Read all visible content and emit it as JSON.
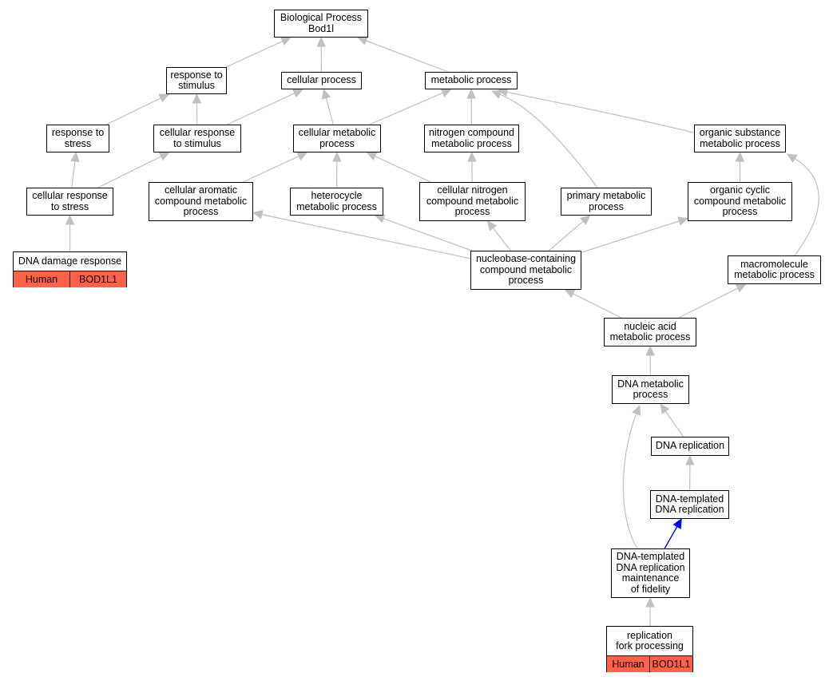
{
  "colors": {
    "edge": "#c0c0c0",
    "highlight_edge": "#0000ff",
    "annotation_fill": "#ff6347",
    "node_border": "#000000"
  },
  "nodes": {
    "bp": {
      "label": "Biological Process\nBod1l"
    },
    "resp_stim": {
      "label": "response to\nstimulus"
    },
    "cell_proc": {
      "label": "cellular process"
    },
    "met_proc": {
      "label": "metabolic process"
    },
    "resp_stress": {
      "label": "response to\nstress"
    },
    "cell_resp_stim": {
      "label": "cellular response\nto stimulus"
    },
    "cell_met": {
      "label": "cellular metabolic\nprocess"
    },
    "nitro_met": {
      "label": "nitrogen compound\nmetabolic process"
    },
    "org_sub": {
      "label": "organic substance\nmetabolic process"
    },
    "cell_resp_stress": {
      "label": "cellular response\nto stress"
    },
    "cell_arom": {
      "label": "cellular aromatic\ncompound metabolic\nprocess"
    },
    "hetero": {
      "label": "heterocycle\nmetabolic process"
    },
    "cell_nitro": {
      "label": "cellular nitrogen\ncompound metabolic\nprocess"
    },
    "prim_met": {
      "label": "primary metabolic\nprocess"
    },
    "org_cyc": {
      "label": "organic cyclic\ncompound metabolic\nprocess"
    },
    "dna_damage": {
      "label": "DNA damage response",
      "species": "Human",
      "gene": "BOD1L1"
    },
    "nucleobase": {
      "label": "nucleobase-containing\ncompound metabolic\nprocess"
    },
    "macro": {
      "label": "macromolecule\nmetabolic process"
    },
    "nucleic": {
      "label": "nucleic acid\nmetabolic process"
    },
    "dna_met": {
      "label": "DNA metabolic\nprocess"
    },
    "dna_rep": {
      "label": "DNA replication"
    },
    "dna_templ": {
      "label": "DNA-templated\nDNA replication"
    },
    "dna_fid": {
      "label": "DNA-templated\nDNA replication\nmaintenance\nof fidelity"
    },
    "rep_fork": {
      "label": "replication\nfork processing",
      "species": "Human",
      "gene": "BOD1L1"
    }
  },
  "edges": [
    {
      "from": "resp_stim",
      "to": "bp"
    },
    {
      "from": "cell_proc",
      "to": "bp"
    },
    {
      "from": "met_proc",
      "to": "bp"
    },
    {
      "from": "resp_stress",
      "to": "resp_stim"
    },
    {
      "from": "cell_resp_stim",
      "to": "resp_stim"
    },
    {
      "from": "cell_resp_stim",
      "to": "cell_proc"
    },
    {
      "from": "cell_met",
      "to": "cell_proc"
    },
    {
      "from": "cell_met",
      "to": "met_proc"
    },
    {
      "from": "nitro_met",
      "to": "met_proc"
    },
    {
      "from": "prim_met",
      "to": "met_proc"
    },
    {
      "from": "org_sub",
      "to": "met_proc"
    },
    {
      "from": "cell_resp_stress",
      "to": "resp_stress"
    },
    {
      "from": "cell_resp_stress",
      "to": "cell_resp_stim"
    },
    {
      "from": "cell_arom",
      "to": "cell_met"
    },
    {
      "from": "hetero",
      "to": "cell_met"
    },
    {
      "from": "cell_nitro",
      "to": "cell_met"
    },
    {
      "from": "cell_nitro",
      "to": "nitro_met"
    },
    {
      "from": "org_cyc",
      "to": "org_sub"
    },
    {
      "from": "macro",
      "to": "org_sub"
    },
    {
      "from": "dna_damage",
      "to": "cell_resp_stress"
    },
    {
      "from": "nucleobase",
      "to": "cell_arom"
    },
    {
      "from": "nucleobase",
      "to": "hetero"
    },
    {
      "from": "nucleobase",
      "to": "cell_nitro"
    },
    {
      "from": "nucleobase",
      "to": "prim_met"
    },
    {
      "from": "nucleobase",
      "to": "org_cyc"
    },
    {
      "from": "nucleic",
      "to": "nucleobase"
    },
    {
      "from": "nucleic",
      "to": "macro"
    },
    {
      "from": "dna_met",
      "to": "nucleic"
    },
    {
      "from": "dna_rep",
      "to": "dna_met"
    },
    {
      "from": "dna_fid",
      "to": "dna_met"
    },
    {
      "from": "dna_templ",
      "to": "dna_rep"
    },
    {
      "from": "dna_fid",
      "to": "dna_templ",
      "highlight": true
    },
    {
      "from": "rep_fork",
      "to": "dna_fid"
    }
  ]
}
